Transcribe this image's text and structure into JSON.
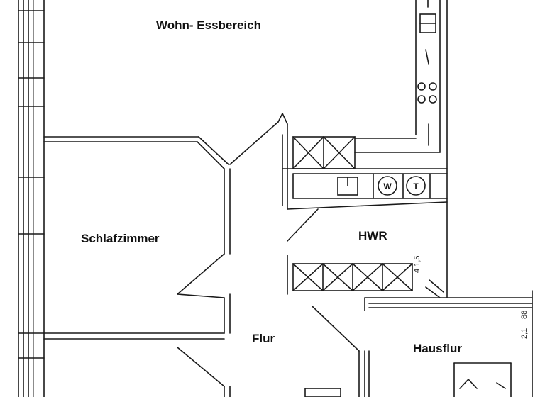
{
  "rooms": {
    "wohn": "Wohn- Essbereich",
    "schlaf": "Schlafzimmer",
    "hwr": "HWR",
    "flur": "Flur",
    "hausflur": "Hausflur"
  },
  "appliances": {
    "washer": "W",
    "dryer": "T"
  },
  "dimensions": {
    "dim1": "4 1,5",
    "dim2": "88",
    "dim3": "2,1"
  }
}
